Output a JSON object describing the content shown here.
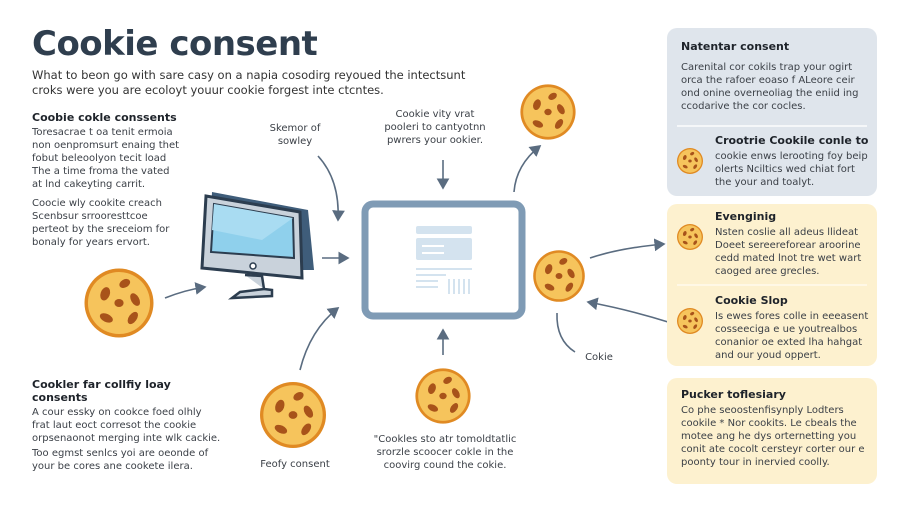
{
  "header": {
    "title": "Cookie consent",
    "subtitle": "What to beon go with sare casy on a napia cosodirg reyoued the intectsunt croks were you are ecoloyt youur cookie forgest inte ctcntes."
  },
  "left_blocks": [
    {
      "heading": "Coobie cokle conssents",
      "paragraphs": [
        "Toresacrae t oa tenit ermoia non oenpromsurt enaing thet fobut beleoolyon tecit load The a time froma the vated at lnd cakeyting carrit.",
        "Coocie wly cookite creach Scenbsur srrooresttcoe perteot by the sreceiom for bonaly for years ervort."
      ]
    },
    {
      "heading": "Cookler far collfiy loay consents",
      "paragraphs": [
        "A cour essky on cookce foed olhly frat laut eoct corresot the cookie orpsenaonot merging inte wlk cackie.",
        "Too egmst senlcs yoi are oeonde of your be cores ane cookete ilera."
      ]
    }
  ],
  "diagram_labels": {
    "top_left": "Skemor of sowley",
    "top_center": "Cookie vity vrat pooleri to cantyotnn pwrers your ookier.",
    "cookie_right": "Cokie",
    "bottom_left": "Feofy consent",
    "bottom_center": "\"Cookles sto atr tomoldtatlic srorzle scoocer cokle in the coovirg cound the cokie."
  },
  "icons": {
    "computer": "desktop-monitor-icon",
    "tablet": "webpage-window-icon",
    "cookie": "cookie-icon"
  },
  "cards": [
    {
      "theme": "blue",
      "sections": [
        {
          "heading": "Natentar consent",
          "text": "Carenital cor cokils trap your ogirt orca the rafoer eoaso f ALeore ceir ond onine overneoliag the eniid ing ccodarive the cor cocles.",
          "has_icon": false
        },
        {
          "heading": "Crootrie Cookile conle to",
          "text": "cookie enws lerooting foy beip olerts Nciltics wed chiat fort the your and toalyt.",
          "has_icon": true
        }
      ]
    },
    {
      "theme": "yellow",
      "sections": [
        {
          "heading": "Evenginig",
          "text": "Nsten coslie all adeus llideat Doeet sereereforear aroorine cedd mated lnot tre wet wart caoged aree grecles.",
          "has_icon": true
        },
        {
          "heading": "Cookie Slop",
          "text": "Is ewes fores colle in eeeasent cosseeciga e ue youtrealbos conanior oe exted lha hahgat and our youd oppert.",
          "has_icon": true
        }
      ]
    },
    {
      "theme": "yellow",
      "sections": [
        {
          "heading": "Pucker toflesiary",
          "text": "Co phe seoostenfisynply Lodters cookile * Nor cookits. Le cbeals the motee ang he dys orternetting you conit ate cocolt cersteyr corter our e poonty tour in inervied coolly.",
          "has_icon": false
        }
      ]
    }
  ],
  "colors": {
    "title": "#2f3e4e",
    "card_blue": "#dfe5ec",
    "card_yellow": "#fdf1cf",
    "cookie_fill": "#f6c45c",
    "cookie_edge": "#e08a23",
    "cookie_chip": "#a8531a",
    "arrow": "#5a6c80",
    "frame": "#7f9bb5"
  }
}
